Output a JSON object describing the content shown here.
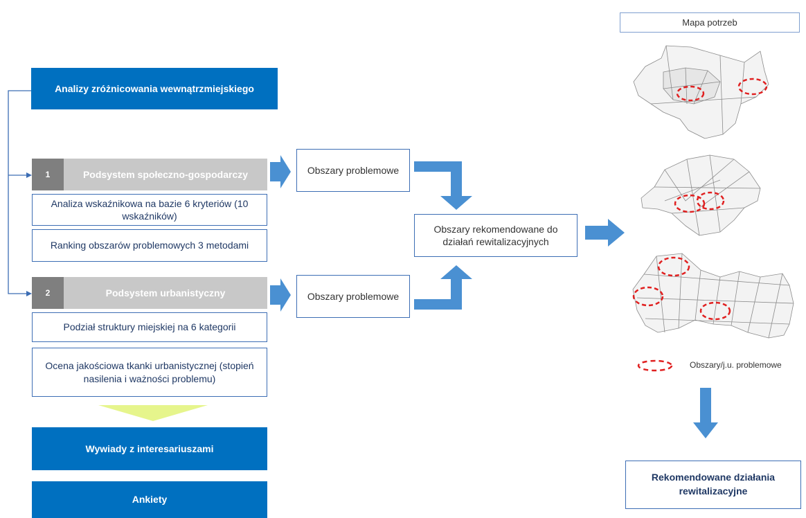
{
  "analizy": "Analizy zróżnicowania wewnątrzmiejskiego",
  "podsystem1": {
    "number": "1",
    "label": "Podsystem społeczno-gospodarczy"
  },
  "podsystem1_items": [
    "Analiza wskaźnikowa na bazie 6 kryteriów (10 wskaźników)",
    "Ranking obszarów problemowych 3 metodami"
  ],
  "podsystem2": {
    "number": "2",
    "label": "Podsystem urbanistyczny"
  },
  "podsystem2_items": [
    "Podział struktury miejskiej na 6 kategorii",
    "Ocena jakościowa tkanki urbanistycznej (stopień nasilenia i ważności problemu)"
  ],
  "wywiady": "Wywiady z interesariuszami",
  "ankiety": "Ankiety",
  "obszary_problemowe_1": "Obszary problemowe",
  "obszary_problemowe_2": "Obszary problemowe",
  "obszary_rekomendowane": "Obszary rekomendowane do działań rewitalizacyjnych",
  "mapa_potrzeb": "Mapa potrzeb",
  "legend": "Obszary/j.u. problemowe",
  "rekomendowane_dzialania": "Rekomendowane działania rewitalizacyjne",
  "colors": {
    "blue": "#0070c0",
    "arrow_blue": "#4a90d2",
    "gray": "#c8c8c8",
    "dark_gray": "#7f7f7f",
    "lime": "#e6f58c",
    "red_dash": "#e02020"
  }
}
